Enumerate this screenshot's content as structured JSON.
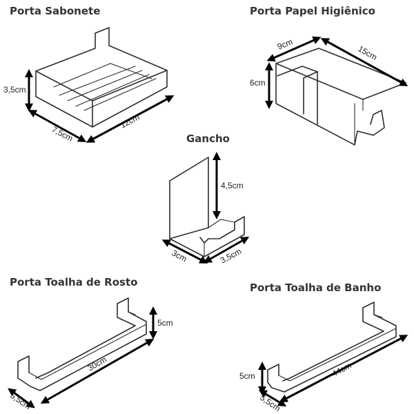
{
  "products": [
    {
      "name": "Porta Sabonete",
      "dims": [
        "3,5cm",
        "7,5cm",
        "12cm"
      ]
    },
    {
      "name": "Porta Papel Higiênico",
      "dims": [
        "9cm",
        "15cm",
        "6cm"
      ]
    },
    {
      "name": "Gancho",
      "dims": [
        "4,5cm",
        "3cm",
        "3,5cm"
      ]
    },
    {
      "name": "Porta Toalha de Rosto",
      "dims": [
        "5cm",
        "30cm",
        "5,5cm"
      ]
    },
    {
      "name": "Porta Toalha de Banho",
      "dims": [
        "5cm",
        "44cm",
        "5,5cm"
      ]
    }
  ],
  "colors": {
    "line": "#2b2b2b",
    "arrow": "#000000",
    "text": "#333333"
  }
}
